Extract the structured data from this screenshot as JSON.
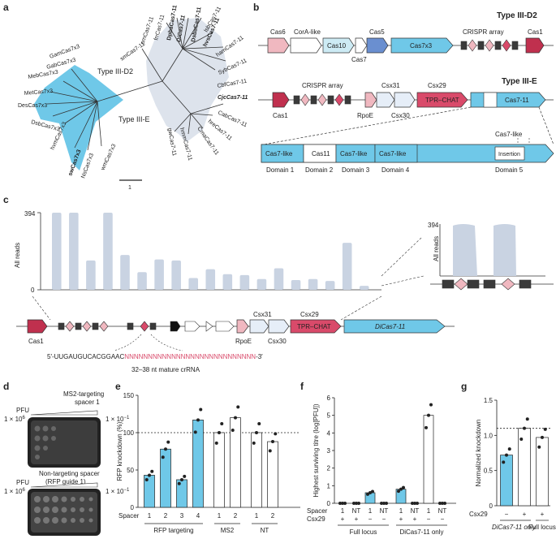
{
  "panels": {
    "a": "a",
    "b": "b",
    "c": "c",
    "d": "d",
    "e": "e",
    "f": "f",
    "g": "g"
  },
  "tree": {
    "label_d2": "Type III-D2",
    "label_e": "Type III-E",
    "scale": "1",
    "leaves_d2": [
      "GamCas7x3",
      "GabCas7x3",
      "MebCas7x3",
      "MetCas7x3",
      "DesCas7x3",
      "DsbCas7x3",
      "hvmCas7x3",
      "swCas7x3",
      "NsCas7x3",
      "wmCas7x3"
    ],
    "leaves_e": [
      "omCas7-11",
      "frrCas7-11",
      "DpbaCas7-11",
      "DiCas7-11",
      "DsbaCas7-11",
      "hvsCas7-11",
      "lsbCas7-11",
      "hamCas7-11",
      "SybCas7-11",
      "CbfCas7-11",
      "CjcCas7-11",
      "CabCas7-11",
      "hreCas7-11",
      "CmaCas7-11",
      "hmmCas7-11",
      "gwCas7-11",
      "smCas7-11"
    ]
  },
  "locus": {
    "d2_title": "Type III-D2",
    "e_title": "Type III-E",
    "d2_genes": {
      "cas6": "Cas6",
      "cora": "CorA-like",
      "cas10": "Cas10",
      "cas5": "Cas5",
      "cas7x3": "Cas7x3",
      "cas7": "Cas7",
      "crispr": "CRISPR array",
      "cas1": "Cas1"
    },
    "e_genes": {
      "cas1": "Cas1",
      "crispr": "CRISPR array",
      "rpoe": "RpoE",
      "csx31": "Csx31",
      "csx30": "Csx30",
      "csx29": "Csx29",
      "tprchat": "TPR–CHAT",
      "cas711": "Cas7-11",
      "cas7like": "Cas7-like"
    },
    "domains": {
      "boxes": [
        "Cas7-like",
        "Cas11",
        "Cas7-like",
        "Cas7-like",
        "Insertion"
      ],
      "labels": [
        "Domain 1",
        "Domain 2",
        "Domain 3",
        "Domain 4",
        "Domain 5"
      ]
    }
  },
  "reads": {
    "ymax": "394",
    "ymin": "0",
    "ylabel": "All reads",
    "inset_ymax": "394",
    "inset_ylabel": "All reads",
    "values": [
      394,
      394,
      150,
      394,
      178,
      90,
      155,
      150,
      60,
      105,
      80,
      75,
      55,
      110,
      50,
      55,
      45,
      240,
      20
    ]
  },
  "c_locus": {
    "cas1": "Cas1",
    "rpoe": "RpoE",
    "csx31": "Csx31",
    "csx30": "Csx30",
    "csx29": "Csx29",
    "tprchat": "TPR–CHAT",
    "dicas": "DiCas7-11",
    "seq_prefix": "5′-UUGAUGUCACGGAAC",
    "seq_n": "NNNNNNNNNNNNNNNNNNNNNNNNNNNN",
    "seq_suffix": "-3′",
    "caption": "32–38 nt mature crRNA"
  },
  "plates": {
    "top_title1": "MS2-targeting",
    "top_title2": "spacer 1",
    "bot_title1": "Non-targeting spacer",
    "bot_title2": "(RFP guide 1)",
    "pfu": "PFU",
    "left": "1 × 10",
    "left_exp": "6",
    "right": "1 × 10",
    "right_exp": "−1"
  },
  "chart_data": [
    {
      "type": "bar",
      "ylabel": "RFP knockdown (%)",
      "ylim": [
        0,
        150
      ],
      "yticks": [
        "0",
        "50",
        "100",
        "150"
      ],
      "xlabel": "Spacer",
      "categories": [
        "1",
        "2",
        "3",
        "4",
        "1",
        "2",
        "1",
        "2"
      ],
      "groups": [
        "RFP targeting",
        "MS2",
        "NT"
      ],
      "values": [
        43,
        78,
        37,
        117,
        100,
        120,
        100,
        88
      ],
      "reference_line": 100
    },
    {
      "type": "bar",
      "ylabel": "Highest surviving titre (log[PFU])",
      "ylim": [
        0,
        6
      ],
      "yticks": [
        "0",
        "1",
        "2",
        "3",
        "4",
        "5",
        "6"
      ],
      "row_labels": [
        "Spacer",
        "Csx29"
      ],
      "spacer": [
        "1",
        "NT",
        "1",
        "NT",
        "1",
        "NT",
        "1",
        "NT"
      ],
      "csx29": [
        "+",
        "+",
        "−",
        "−",
        "+",
        "+",
        "−",
        "−"
      ],
      "groups": [
        "Full locus",
        "DiCas7-11 only"
      ],
      "values": [
        0,
        0,
        0.6,
        0,
        0.8,
        0,
        5,
        0
      ]
    },
    {
      "type": "bar",
      "ylabel": "Normalized knockdown",
      "ylim": [
        0,
        1.5
      ],
      "yticks": [
        "0",
        "0.5",
        "1.0",
        "1.5"
      ],
      "row_label": "Csx29",
      "csx29": [
        "−",
        "+",
        "+"
      ],
      "groups": [
        "DiCas7-11 only",
        "Full locus"
      ],
      "values": [
        0.72,
        1.1,
        0.97
      ],
      "reference_line": 1.1
    }
  ],
  "colors": {
    "blue": "#6fc8e8",
    "lightgrey": "#dde3ec",
    "pink": "#f0b8c0",
    "red": "#d94a6a",
    "darkred": "#c0304e",
    "darkgrey": "#3a3a3a",
    "lightblue": "#e6eef8",
    "steel": "#6a8fd0"
  }
}
